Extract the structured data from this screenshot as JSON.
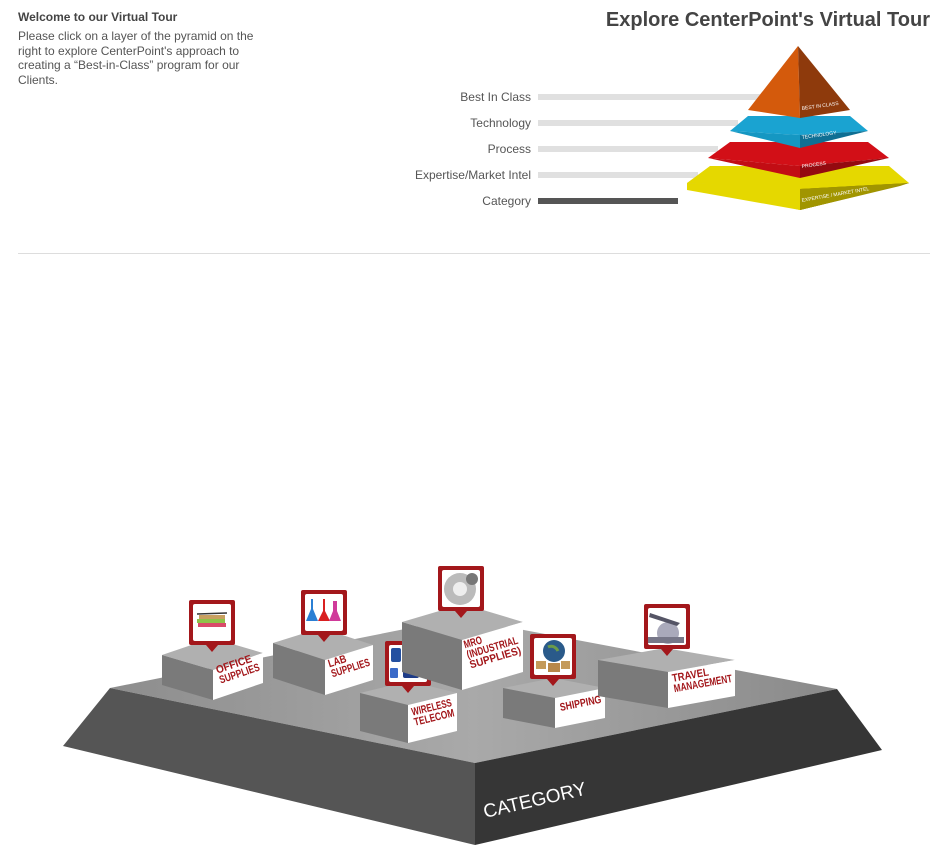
{
  "intro": {
    "heading": "Welcome to our Virtual Tour",
    "body": "Please click on a layer of the pyramid on the right to explore CenterPoint's approach to creating a “Best-in-Class” program for our Clients."
  },
  "title": "Explore CenterPoint's Virtual Tour",
  "pyramid": {
    "layers": [
      {
        "label": "Best In Class",
        "face_label": "BEST IN CLASS",
        "color": "#d45a0c",
        "shade": "#8e3a0c",
        "active": false
      },
      {
        "label": "Technology",
        "face_label": "TECHNOLOGY",
        "color": "#1aa3d1",
        "shade": "#0f6f93",
        "active": false
      },
      {
        "label": "Process",
        "face_label": "PROCESS",
        "color": "#d20f17",
        "shade": "#940a10",
        "active": false
      },
      {
        "label": "Expertise/Market Intel",
        "face_label": "EXPERTISE / MARKET INTEL",
        "color": "#e5d800",
        "shade": "#9d9000",
        "active": false
      },
      {
        "label": "Category",
        "active": true
      }
    ]
  },
  "platform": {
    "label": "CATEGORY",
    "items": [
      {
        "lines": [
          "OFFICE",
          "SUPPLIES"
        ],
        "icon": "office-supplies-icon"
      },
      {
        "lines": [
          "LAB",
          "SUPPLIES"
        ],
        "icon": "lab-flasks-icon"
      },
      {
        "lines": [
          "WIRELESS",
          "TELECOM"
        ],
        "icon": "mobile-devices-icon"
      },
      {
        "lines": [
          "MRO",
          "(INDUSTRIAL",
          "SUPPLIES)"
        ],
        "icon": "gears-icon"
      },
      {
        "lines": [
          "SHIPPING"
        ],
        "icon": "globe-boxes-icon"
      },
      {
        "lines": [
          "TRAVEL",
          "MANAGEMENT"
        ],
        "icon": "airplane-icon"
      }
    ]
  },
  "colors": {
    "accent": "#a3171b",
    "platform_dark": "#3a3a3a"
  }
}
